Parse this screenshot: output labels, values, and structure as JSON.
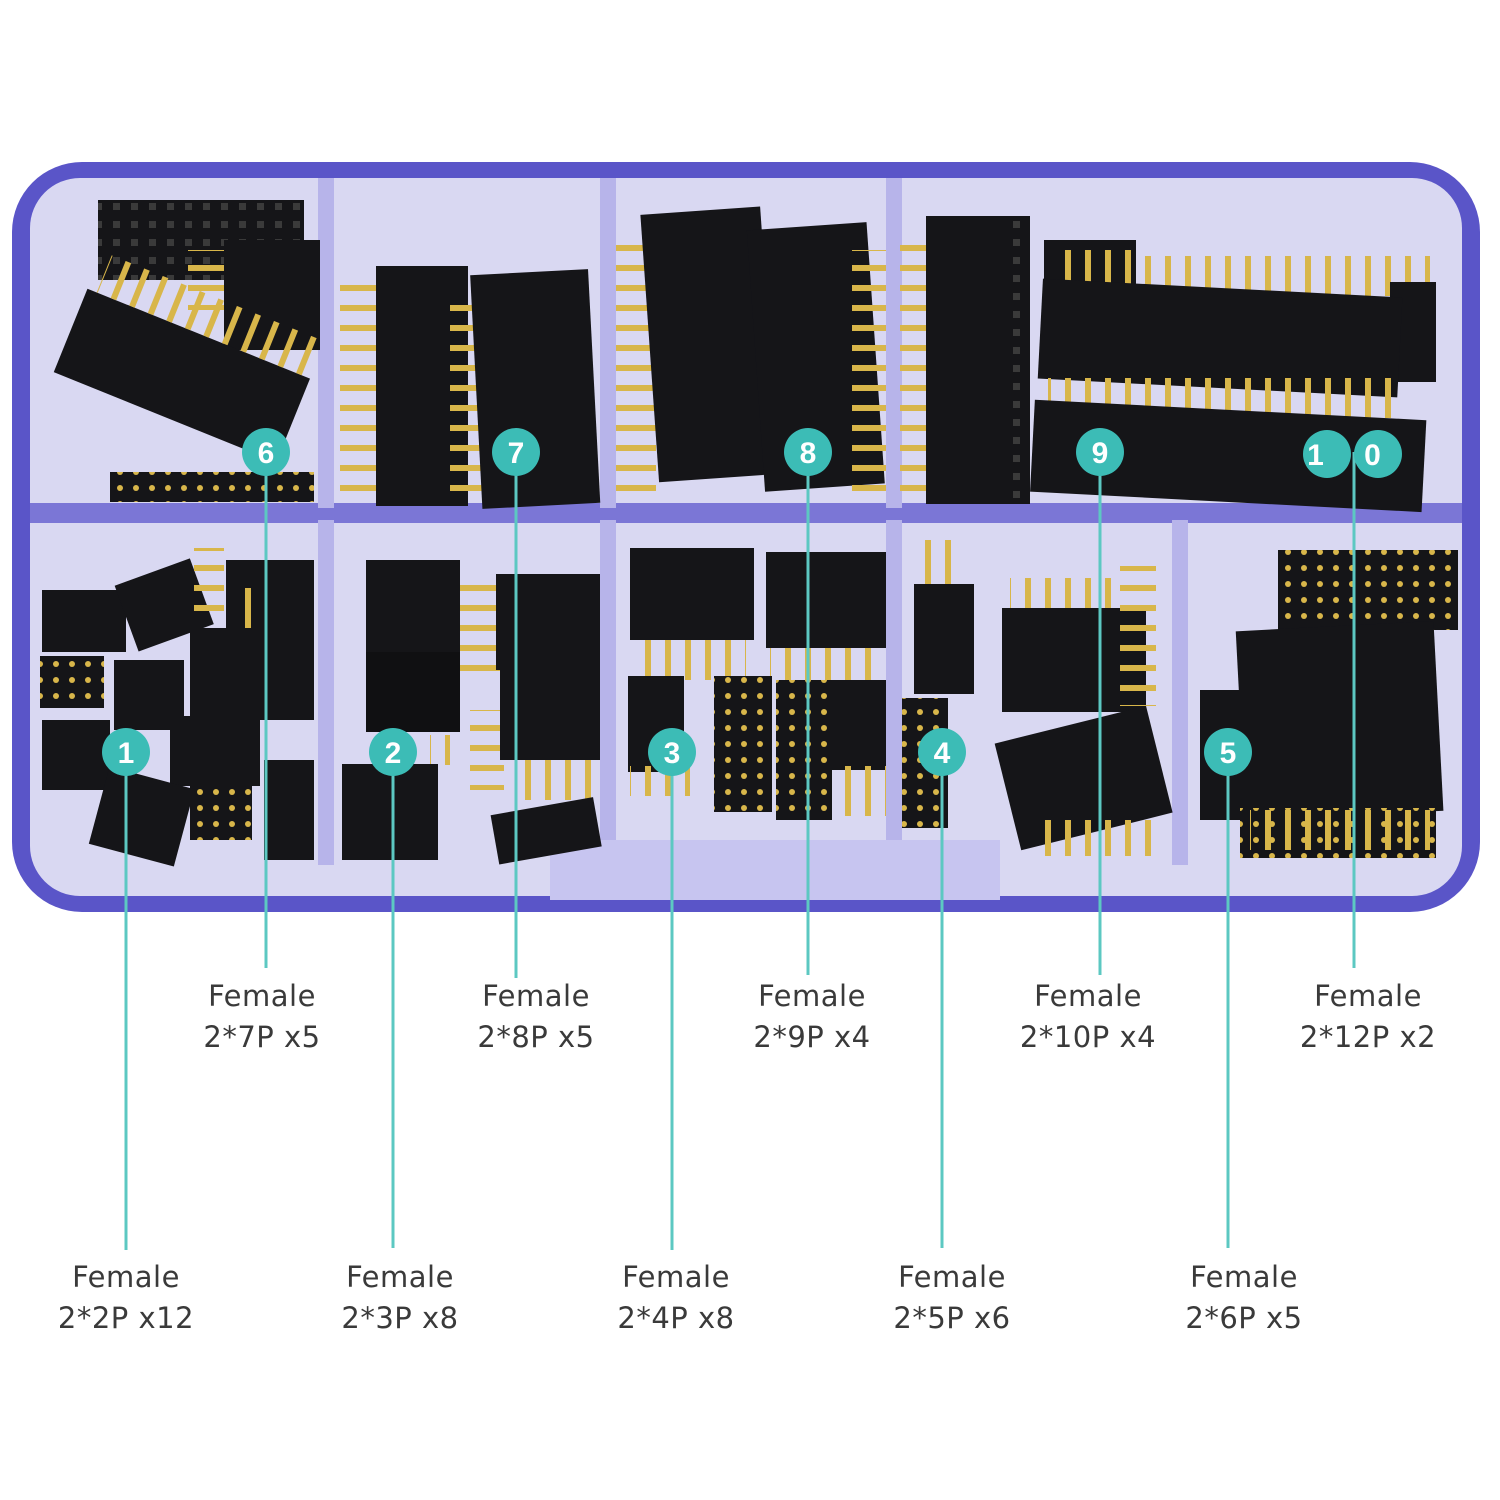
{
  "colors": {
    "box_frame": "#5a55c8",
    "box_inner": "#d9d8f2",
    "header_body": "#151518",
    "pin_gold": "#d8b64a",
    "badge": "#3cbcb6",
    "badge_text": "#ffffff",
    "leader_line": "#5cc8c2",
    "label_text": "#3a3a3a"
  },
  "compartments": [
    {
      "id": "1",
      "badge": "1",
      "title": "Female",
      "spec": "2*2P x12"
    },
    {
      "id": "2",
      "badge": "2",
      "title": "Female",
      "spec": "2*3P x8"
    },
    {
      "id": "3",
      "badge": "3",
      "title": "Female",
      "spec": "2*4P x8"
    },
    {
      "id": "4",
      "badge": "4",
      "title": "Female",
      "spec": "2*5P x6"
    },
    {
      "id": "5",
      "badge": "5",
      "title": "Female",
      "spec": "2*6P x5"
    },
    {
      "id": "6",
      "badge": "6",
      "title": "Female",
      "spec": "2*7P x5"
    },
    {
      "id": "7",
      "badge": "7",
      "title": "Female",
      "spec": "2*8P x5"
    },
    {
      "id": "8",
      "badge": "8",
      "title": "Female",
      "spec": "2*9P x4"
    },
    {
      "id": "9",
      "badge": "9",
      "title": "Female",
      "spec": "2*10P x4"
    },
    {
      "id": "10",
      "badge": "1 0",
      "title": "Female",
      "spec": "2*12P x2"
    }
  ]
}
